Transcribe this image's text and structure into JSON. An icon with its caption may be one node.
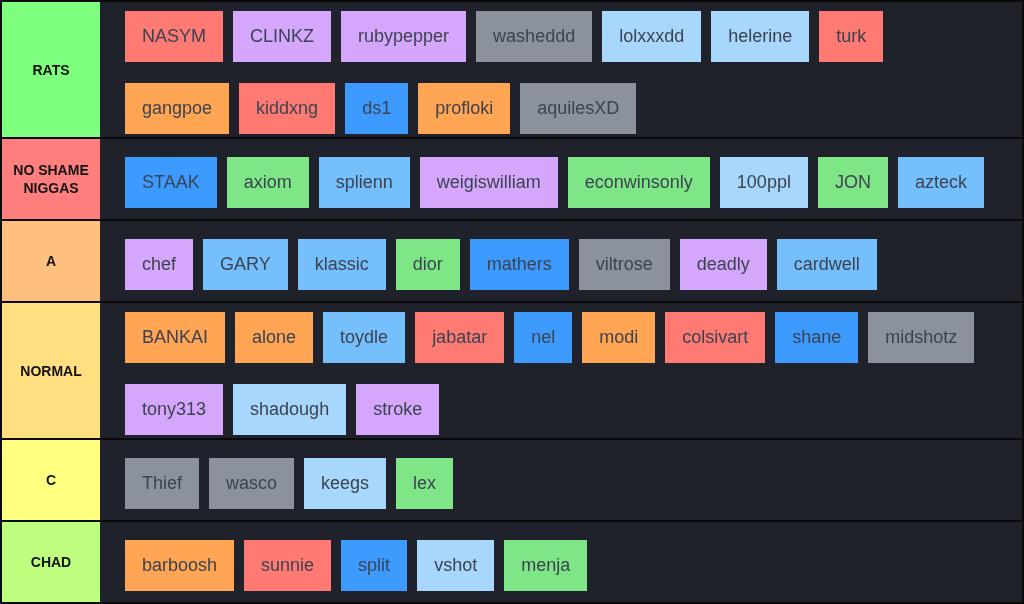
{
  "diagram": {
    "nodes": [
      {
        "text": [
          "RATS"
        ]
      },
      {
        "text": [
          "NASYM"
        ],
        "in": 0
      },
      {
        "text": [
          "CLINKZ"
        ],
        "in": 0
      },
      {
        "text": [
          "rubypepper"
        ],
        "in": 0
      },
      {
        "text": [
          "washeddd"
        ],
        "in": 0
      },
      {
        "text": [
          "lolxxxdd"
        ],
        "in": 0
      },
      {
        "text": [
          "helerine"
        ],
        "in": 0
      },
      {
        "text": [
          "turk"
        ],
        "in": 0
      },
      {
        "text": [
          "gangpoe"
        ],
        "in": 0
      },
      {
        "text": [
          "kiddxng"
        ],
        "in": 0
      },
      {
        "text": [
          "ds1"
        ],
        "in": 0
      },
      {
        "text": [
          "profloki"
        ],
        "in": 0
      },
      {
        "text": [
          "aquilesXD"
        ],
        "in": 0
      },
      {
        "text": [
          "NO SHAME NIGGAS"
        ]
      },
      {
        "text": [
          "STAAK"
        ],
        "in": 13
      },
      {
        "text": [
          "axiom"
        ],
        "in": 13
      },
      {
        "text": [
          "splienn"
        ],
        "in": 13
      },
      {
        "text": [
          "weigiswilliam"
        ],
        "in": 13
      },
      {
        "text": [
          "econwinsonly"
        ],
        "in": 13
      },
      {
        "text": [
          "100ppl"
        ],
        "in": 13
      },
      {
        "text": [
          "JON"
        ],
        "in": 13
      },
      {
        "text": [
          "azteck"
        ],
        "in": 13
      },
      {
        "text": [
          "A"
        ]
      },
      {
        "text": [
          "chef"
        ],
        "in": 22
      },
      {
        "text": [
          "GARY"
        ],
        "in": 22
      },
      {
        "text": [
          "klassic"
        ],
        "in": 22
      },
      {
        "text": [
          "dior"
        ],
        "in": 22
      },
      {
        "text": [
          "mathers"
        ],
        "in": 22
      },
      {
        "text": [
          "viltrose"
        ],
        "in": 22
      },
      {
        "text": [
          "deadly"
        ],
        "in": 22
      },
      {
        "text": [
          "cardwell"
        ],
        "in": 22
      },
      {
        "text": [
          "NORMAL"
        ]
      },
      {
        "text": [
          "BANKAI"
        ],
        "in": 31
      },
      {
        "text": [
          "alone"
        ],
        "in": 31
      },
      {
        "text": [
          "toydle"
        ],
        "in": 31
      },
      {
        "text": [
          "jabatar"
        ],
        "in": 31
      },
      {
        "text": [
          "nel"
        ],
        "in": 31
      },
      {
        "text": [
          "modi"
        ],
        "in": 31
      },
      {
        "text": [
          "colsivart"
        ],
        "in": 31
      },
      {
        "text": [
          "shane"
        ],
        "in": 31
      },
      {
        "text": [
          "midshotz"
        ],
        "in": 31
      },
      {
        "text": [
          "tony313"
        ],
        "in": 31
      },
      {
        "text": [
          "shadough"
        ],
        "in": 31
      },
      {
        "text": [
          "stroke"
        ],
        "in": 31
      },
      {
        "text": [
          "C"
        ]
      },
      {
        "text": [
          "Thief"
        ],
        "in": 44
      },
      {
        "text": [
          "wasco"
        ],
        "in": 44
      },
      {
        "text": [
          "keegs"
        ],
        "in": 44
      },
      {
        "text": [
          "lex"
        ],
        "in": 44
      },
      {
        "text": [
          "CHAD"
        ]
      },
      {
        "text": [
          "barboosh"
        ],
        "in": 49
      },
      {
        "text": [
          "sunnie"
        ],
        "in": 49
      },
      {
        "text": [
          "split"
        ],
        "in": 49
      },
      {
        "text": [
          "vshot"
        ],
        "in": 49
      },
      {
        "text": [
          "menja"
        ],
        "in": 49
      }
    ]
  }
}
